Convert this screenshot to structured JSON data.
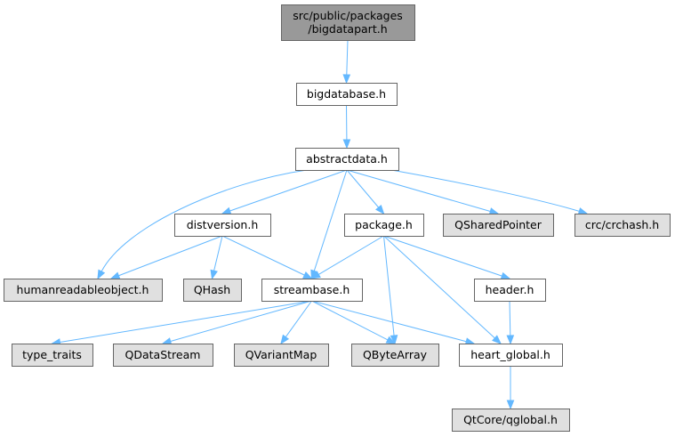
{
  "colors": {
    "root_fill": "#999999",
    "file_fill": "#ffffff",
    "external_fill": "#e0e0e0",
    "border": "#666666",
    "edge": "#63b8ff"
  },
  "nodes": [
    {
      "id": "root",
      "label": "src/public/packages\n/bigdatapart.h",
      "kind": "root"
    },
    {
      "id": "bigdatabase",
      "label": "bigdatabase.h",
      "kind": "file"
    },
    {
      "id": "abstractdata",
      "label": "abstractdata.h",
      "kind": "file"
    },
    {
      "id": "distversion",
      "label": "distversion.h",
      "kind": "file"
    },
    {
      "id": "package",
      "label": "package.h",
      "kind": "file"
    },
    {
      "id": "qsharedpointer",
      "label": "QSharedPointer",
      "kind": "external"
    },
    {
      "id": "crchash",
      "label": "crc/crchash.h",
      "kind": "external"
    },
    {
      "id": "humanreadable",
      "label": "humanreadableobject.h",
      "kind": "external"
    },
    {
      "id": "qhash",
      "label": "QHash",
      "kind": "external"
    },
    {
      "id": "streambase",
      "label": "streambase.h",
      "kind": "file"
    },
    {
      "id": "header",
      "label": "header.h",
      "kind": "file"
    },
    {
      "id": "typetraits",
      "label": "type_traits",
      "kind": "external"
    },
    {
      "id": "qdatastream",
      "label": "QDataStream",
      "kind": "external"
    },
    {
      "id": "qvariantmap",
      "label": "QVariantMap",
      "kind": "external"
    },
    {
      "id": "qbytearray",
      "label": "QByteArray",
      "kind": "external"
    },
    {
      "id": "heartglobal",
      "label": "heart_global.h",
      "kind": "file"
    },
    {
      "id": "qglobal",
      "label": "QtCore/qglobal.h",
      "kind": "external"
    }
  ],
  "edges": [
    {
      "from": "root",
      "to": "bigdatabase"
    },
    {
      "from": "bigdatabase",
      "to": "abstractdata"
    },
    {
      "from": "abstractdata",
      "to": "humanreadable"
    },
    {
      "from": "abstractdata",
      "to": "distversion"
    },
    {
      "from": "abstractdata",
      "to": "streambase"
    },
    {
      "from": "abstractdata",
      "to": "package"
    },
    {
      "from": "abstractdata",
      "to": "qsharedpointer"
    },
    {
      "from": "abstractdata",
      "to": "crchash"
    },
    {
      "from": "distversion",
      "to": "humanreadable"
    },
    {
      "from": "distversion",
      "to": "qhash"
    },
    {
      "from": "distversion",
      "to": "streambase"
    },
    {
      "from": "package",
      "to": "streambase"
    },
    {
      "from": "package",
      "to": "qbytearray"
    },
    {
      "from": "package",
      "to": "header"
    },
    {
      "from": "package",
      "to": "heartglobal"
    },
    {
      "from": "streambase",
      "to": "typetraits"
    },
    {
      "from": "streambase",
      "to": "qdatastream"
    },
    {
      "from": "streambase",
      "to": "qvariantmap"
    },
    {
      "from": "streambase",
      "to": "qbytearray"
    },
    {
      "from": "streambase",
      "to": "heartglobal"
    },
    {
      "from": "header",
      "to": "heartglobal"
    },
    {
      "from": "heartglobal",
      "to": "qglobal"
    }
  ]
}
